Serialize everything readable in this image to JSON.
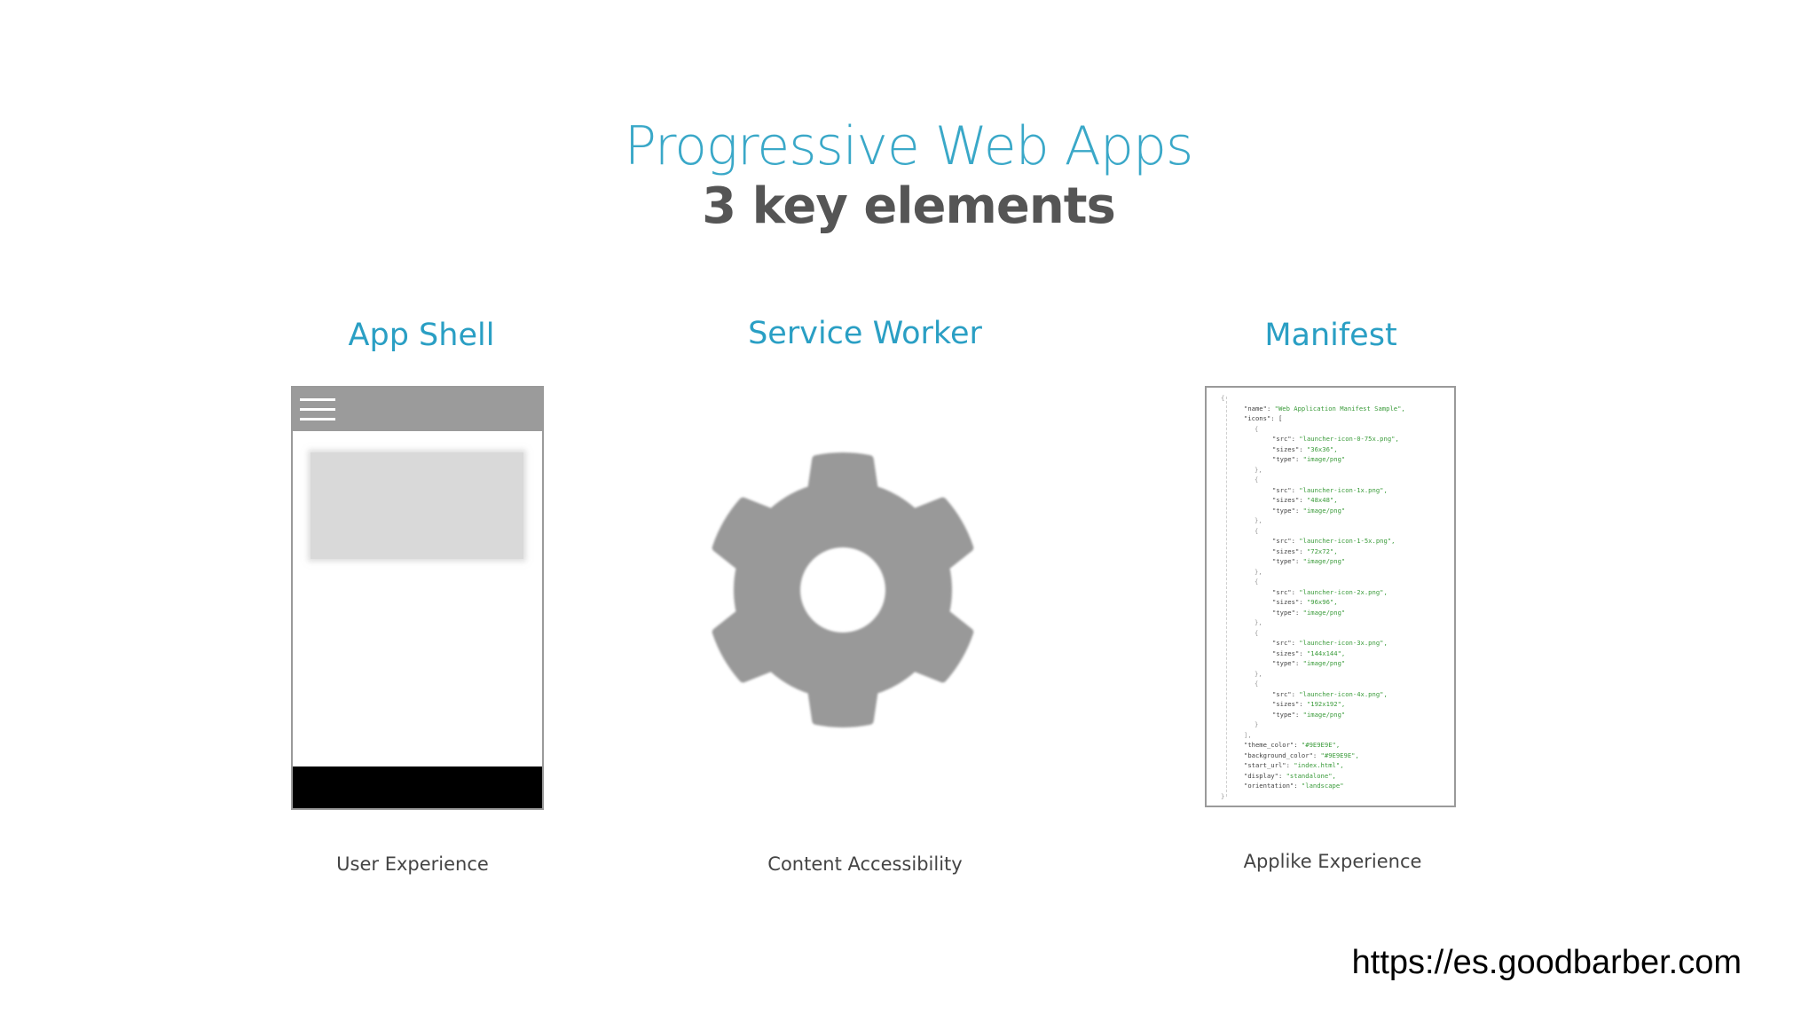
{
  "title": "Progressive Web Apps",
  "subtitle": "3 key elements",
  "columns": [
    {
      "heading": "App Shell",
      "caption": "User Experience"
    },
    {
      "heading": "Service Worker",
      "caption": "Content Accessibility"
    },
    {
      "heading": "Manifest",
      "caption": "Applike Experience"
    }
  ],
  "manifest_lines": [
    {
      "indent": 0,
      "text": "{"
    },
    {
      "indent": 1,
      "key": "\"name\": ",
      "val": "\"Web Application Manifest Sample\","
    },
    {
      "indent": 1,
      "key": "\"icons\": [",
      "val": ""
    },
    {
      "indent": 2,
      "text": "{"
    },
    {
      "indent": 3,
      "key": "\"src\": ",
      "val": "\"launcher-icon-0-75x.png\","
    },
    {
      "indent": 3,
      "key": "\"sizes\": ",
      "val": "\"36x36\","
    },
    {
      "indent": 3,
      "key": "\"type\": ",
      "val": "\"image/png\""
    },
    {
      "indent": 2,
      "text": "},"
    },
    {
      "indent": 2,
      "text": "{"
    },
    {
      "indent": 3,
      "key": "\"src\": ",
      "val": "\"launcher-icon-1x.png\","
    },
    {
      "indent": 3,
      "key": "\"sizes\": ",
      "val": "\"48x48\","
    },
    {
      "indent": 3,
      "key": "\"type\": ",
      "val": "\"image/png\""
    },
    {
      "indent": 2,
      "text": "},"
    },
    {
      "indent": 2,
      "text": "{"
    },
    {
      "indent": 3,
      "key": "\"src\": ",
      "val": "\"launcher-icon-1-5x.png\","
    },
    {
      "indent": 3,
      "key": "\"sizes\": ",
      "val": "\"72x72\","
    },
    {
      "indent": 3,
      "key": "\"type\": ",
      "val": "\"image/png\""
    },
    {
      "indent": 2,
      "text": "},"
    },
    {
      "indent": 2,
      "text": "{"
    },
    {
      "indent": 3,
      "key": "\"src\": ",
      "val": "\"launcher-icon-2x.png\","
    },
    {
      "indent": 3,
      "key": "\"sizes\": ",
      "val": "\"96x96\","
    },
    {
      "indent": 3,
      "key": "\"type\": ",
      "val": "\"image/png\""
    },
    {
      "indent": 2,
      "text": "},"
    },
    {
      "indent": 2,
      "text": "{"
    },
    {
      "indent": 3,
      "key": "\"src\": ",
      "val": "\"launcher-icon-3x.png\","
    },
    {
      "indent": 3,
      "key": "\"sizes\": ",
      "val": "\"144x144\","
    },
    {
      "indent": 3,
      "key": "\"type\": ",
      "val": "\"image/png\""
    },
    {
      "indent": 2,
      "text": "},"
    },
    {
      "indent": 2,
      "text": "{"
    },
    {
      "indent": 3,
      "key": "\"src\": ",
      "val": "\"launcher-icon-4x.png\","
    },
    {
      "indent": 3,
      "key": "\"sizes\": ",
      "val": "\"192x192\","
    },
    {
      "indent": 3,
      "key": "\"type\": ",
      "val": "\"image/png\""
    },
    {
      "indent": 2,
      "text": "}"
    },
    {
      "indent": 1,
      "text": "],"
    },
    {
      "indent": 1,
      "key": "\"theme_color\": ",
      "val": "\"#9E9E9E\","
    },
    {
      "indent": 1,
      "key": "\"background_color\": ",
      "val": "\"#9E9E9E\","
    },
    {
      "indent": 1,
      "key": "\"start_url\": ",
      "val": "\"index.html\","
    },
    {
      "indent": 1,
      "key": "\"display\": ",
      "val": "\"standalone\","
    },
    {
      "indent": 1,
      "key": "\"orientation\": ",
      "val": "\"landscape\""
    },
    {
      "indent": 0,
      "text": "}"
    }
  ],
  "source_url": "https://es.goodbarber.com",
  "colors": {
    "title": "#3aa8c8",
    "heading": "#2a9fc4",
    "gear": "#999999",
    "phone_header": "#9b9b9b"
  },
  "icons": {
    "menu": "hamburger-menu-icon",
    "gear": "gear-icon"
  }
}
